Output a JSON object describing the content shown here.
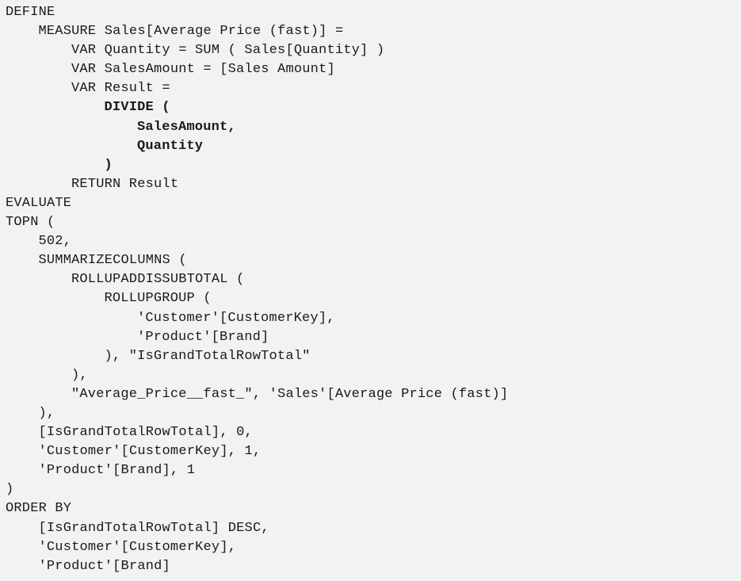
{
  "lines": [
    {
      "indent": 0,
      "text": "DEFINE",
      "bold": false
    },
    {
      "indent": 1,
      "text": "MEASURE Sales[Average Price (fast)] =",
      "bold": false
    },
    {
      "indent": 2,
      "text": "VAR Quantity = SUM ( Sales[Quantity] )",
      "bold": false
    },
    {
      "indent": 2,
      "text": "VAR SalesAmount = [Sales Amount]",
      "bold": false
    },
    {
      "indent": 2,
      "text": "VAR Result =",
      "bold": false
    },
    {
      "indent": 3,
      "text": "DIVIDE (",
      "bold": true
    },
    {
      "indent": 4,
      "text": "SalesAmount,",
      "bold": true
    },
    {
      "indent": 4,
      "text": "Quantity",
      "bold": true
    },
    {
      "indent": 3,
      "text": ")",
      "bold": true
    },
    {
      "indent": 2,
      "text": "RETURN Result",
      "bold": false
    },
    {
      "indent": 0,
      "text": "EVALUATE",
      "bold": false
    },
    {
      "indent": 0,
      "text": "TOPN (",
      "bold": false
    },
    {
      "indent": 1,
      "text": "502,",
      "bold": false
    },
    {
      "indent": 1,
      "text": "SUMMARIZECOLUMNS (",
      "bold": false
    },
    {
      "indent": 2,
      "text": "ROLLUPADDISSUBTOTAL (",
      "bold": false
    },
    {
      "indent": 3,
      "text": "ROLLUPGROUP (",
      "bold": false
    },
    {
      "indent": 4,
      "text": "'Customer'[CustomerKey],",
      "bold": false
    },
    {
      "indent": 4,
      "text": "'Product'[Brand]",
      "bold": false
    },
    {
      "indent": 3,
      "text": "), \"IsGrandTotalRowTotal\"",
      "bold": false
    },
    {
      "indent": 2,
      "text": "),",
      "bold": false
    },
    {
      "indent": 2,
      "text": "\"Average_Price__fast_\", 'Sales'[Average Price (fast)]",
      "bold": false
    },
    {
      "indent": 1,
      "text": "),",
      "bold": false
    },
    {
      "indent": 1,
      "text": "[IsGrandTotalRowTotal], 0,",
      "bold": false
    },
    {
      "indent": 1,
      "text": "'Customer'[CustomerKey], 1,",
      "bold": false
    },
    {
      "indent": 1,
      "text": "'Product'[Brand], 1",
      "bold": false
    },
    {
      "indent": 0,
      "text": ")",
      "bold": false
    },
    {
      "indent": 0,
      "text": "ORDER BY",
      "bold": false
    },
    {
      "indent": 1,
      "text": "[IsGrandTotalRowTotal] DESC,",
      "bold": false
    },
    {
      "indent": 1,
      "text": "'Customer'[CustomerKey],",
      "bold": false
    },
    {
      "indent": 1,
      "text": "'Product'[Brand]",
      "bold": false
    }
  ]
}
